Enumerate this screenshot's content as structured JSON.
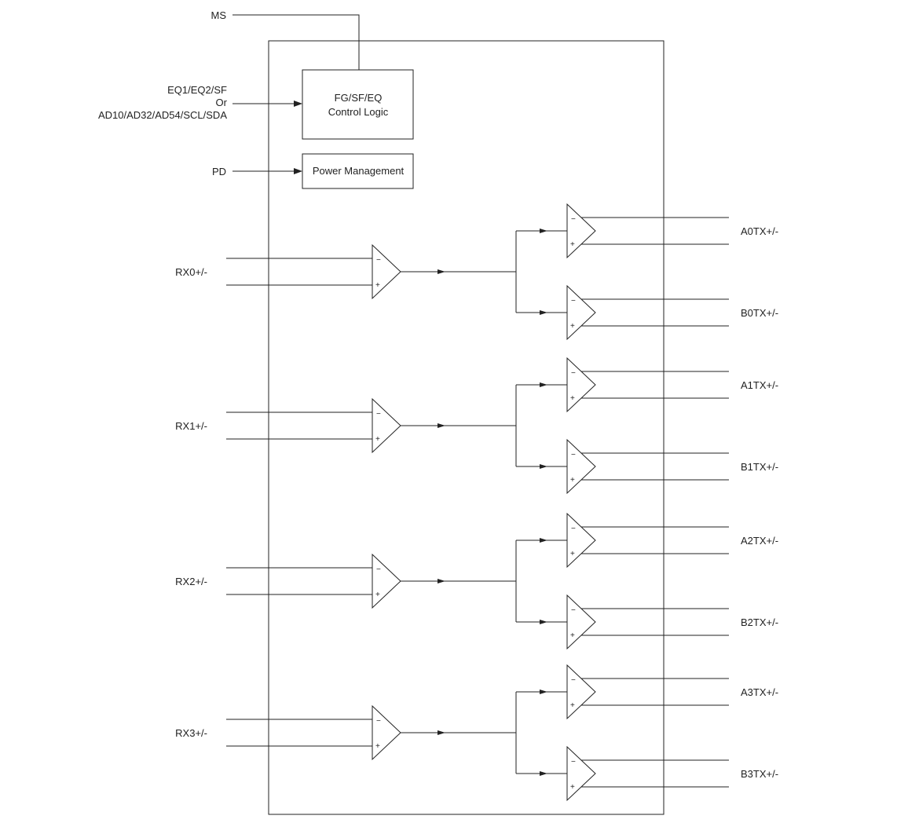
{
  "signals": {
    "ms": "MS",
    "eq_line1": "EQ1/EQ2/SF",
    "eq_line2": "Or",
    "eq_line3": "AD10/AD32/AD54/SCL/SDA",
    "pd": "PD"
  },
  "blocks": {
    "control_logic_line1": "FG/SF/EQ",
    "control_logic_line2": "Control Logic",
    "power_management": "Power Management"
  },
  "amp_signs": {
    "minus": "−",
    "plus": "+"
  },
  "channels": [
    {
      "input": "RX0+/-",
      "output_a": "A0TX+/-",
      "output_b": "B0TX+/-"
    },
    {
      "input": "RX1+/-",
      "output_a": "A1TX+/-",
      "output_b": "B1TX+/-"
    },
    {
      "input": "RX2+/-",
      "output_a": "A2TX+/-",
      "output_b": "B2TX+/-"
    },
    {
      "input": "RX3+/-",
      "output_a": "A3TX+/-",
      "output_b": "B3TX+/-"
    }
  ]
}
